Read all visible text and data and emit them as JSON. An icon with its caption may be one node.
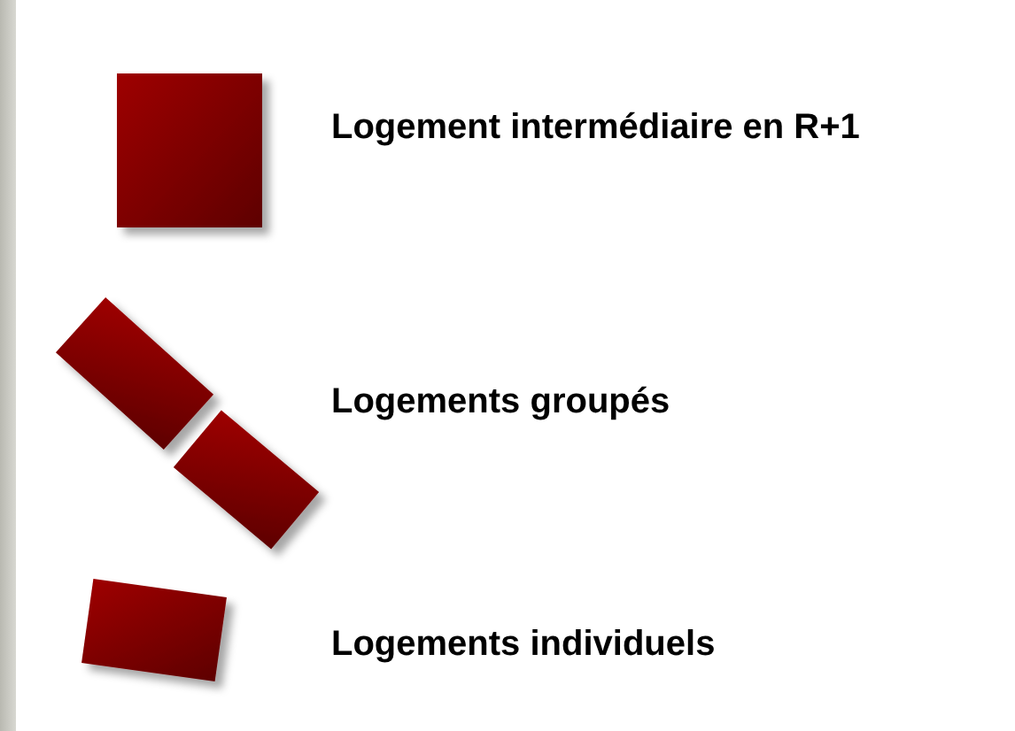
{
  "diagram": {
    "legend": [
      {
        "text": "Logement intermédiaire en R+1"
      },
      {
        "text": "Logements groupés"
      },
      {
        "text": "Logements individuels"
      }
    ]
  }
}
